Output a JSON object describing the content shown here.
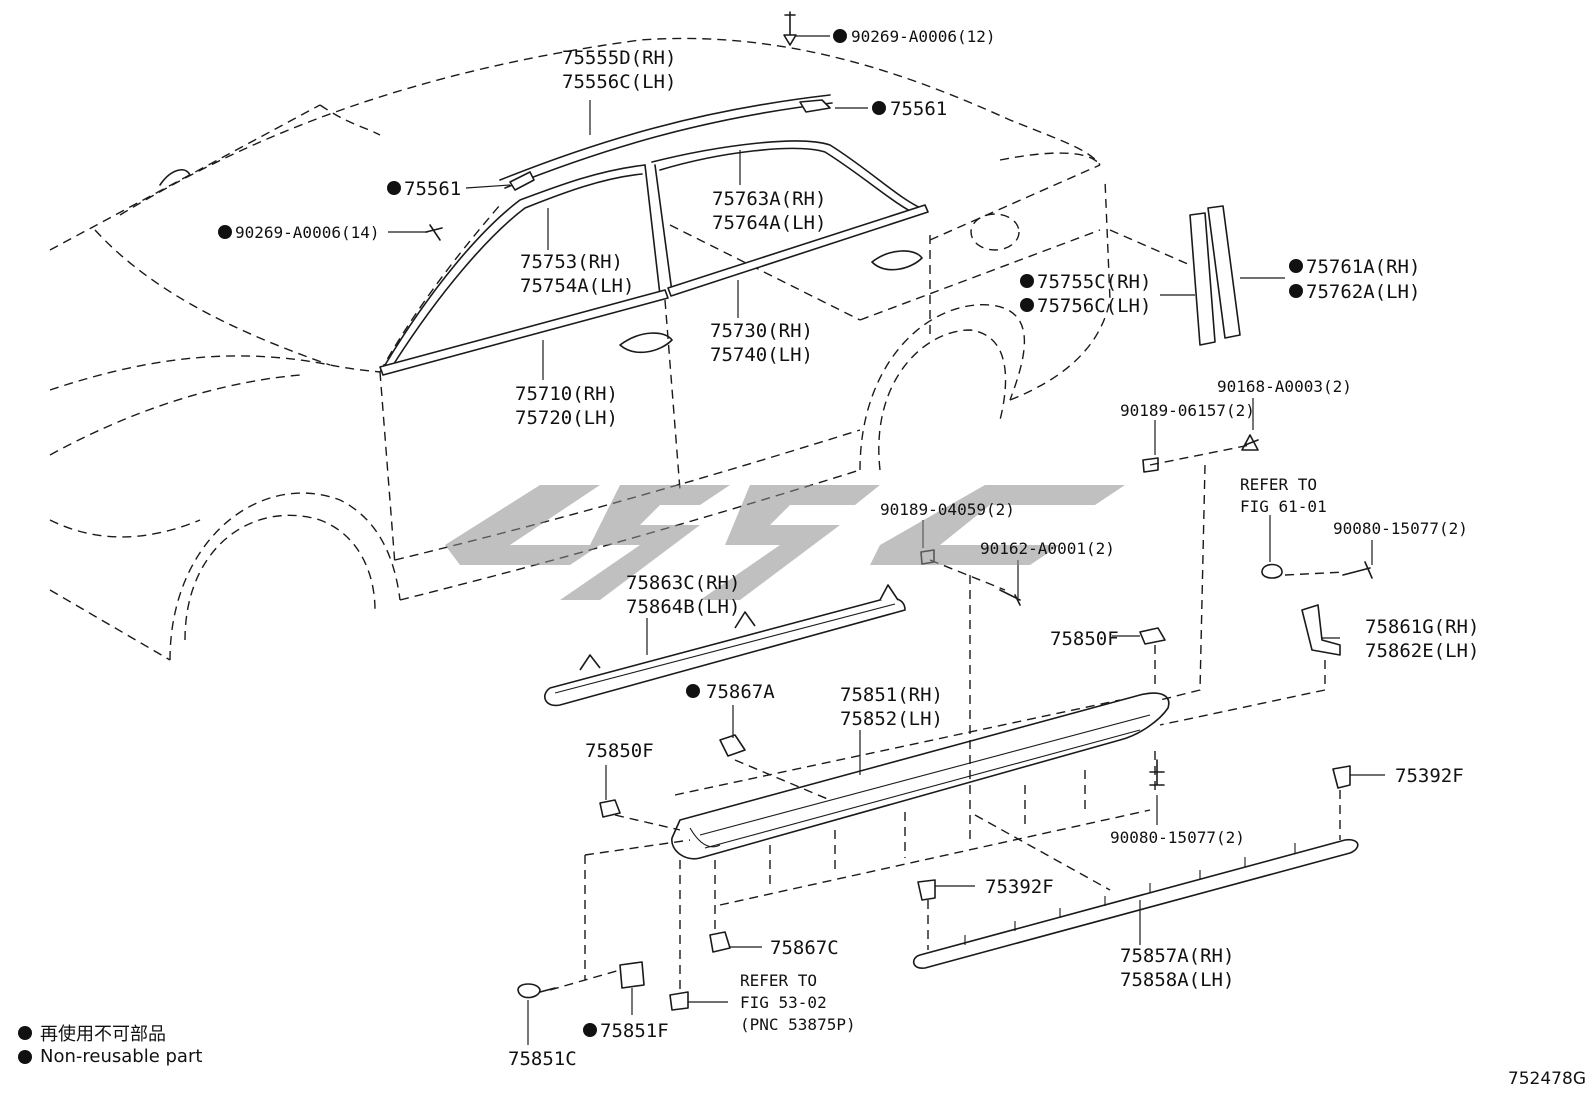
{
  "callouts": {
    "c_90269_12": "90269-A0006(12)",
    "c_75555d": "75555D(RH)",
    "c_75556c": "75556C(LH)",
    "c_75561_top": "75561",
    "c_75561_left": "75561",
    "c_90269_14": "90269-A0006(14)",
    "c_75763a": "75763A(RH)",
    "c_75764a": "75764A(LH)",
    "c_75753": "75753(RH)",
    "c_75754a": "75754A(LH)",
    "c_75730": "75730(RH)",
    "c_75740": "75740(LH)",
    "c_75710": "75710(RH)",
    "c_75720": "75720(LH)",
    "c_75755c": "75755C(RH)",
    "c_75756c": "75756C(LH)",
    "c_75761a": "75761A(RH)",
    "c_75762a": "75762A(LH)",
    "c_90168": "90168-A0003(2)",
    "c_90189_06157": "90189-06157(2)",
    "c_refer_61_a": "REFER TO",
    "c_refer_61_b": "FIG 61-01",
    "c_90080_top": "90080-15077(2)",
    "c_90189_04059": "90189-04059(2)",
    "c_90162": "90162-A0001(2)",
    "c_75863c": "75863C(RH)",
    "c_75864b": "75864B(LH)",
    "c_75861g": "75861G(RH)",
    "c_75862e": "75862E(LH)",
    "c_75850f_right": "75850F",
    "c_75867a": "75867A",
    "c_75851": "75851(RH)",
    "c_75852": "75852(LH)",
    "c_75850f_left": "75850F",
    "c_75392f_right": "75392F",
    "c_90080_bottom": "90080-15077(2)",
    "c_75392f_mid": "75392F",
    "c_75867c": "75867C",
    "c_refer_53_a": "REFER TO",
    "c_refer_53_b": "FIG 53-02",
    "c_refer_53_c": "(PNC 53875P)",
    "c_75857a": "75857A(RH)",
    "c_75858a": "75858A(LH)",
    "c_75851f": "75851F",
    "c_75851c": "75851C"
  },
  "legend": {
    "line1": "再使用不可部品",
    "line2": "Non-reusable part"
  },
  "figure_code": "752478G"
}
